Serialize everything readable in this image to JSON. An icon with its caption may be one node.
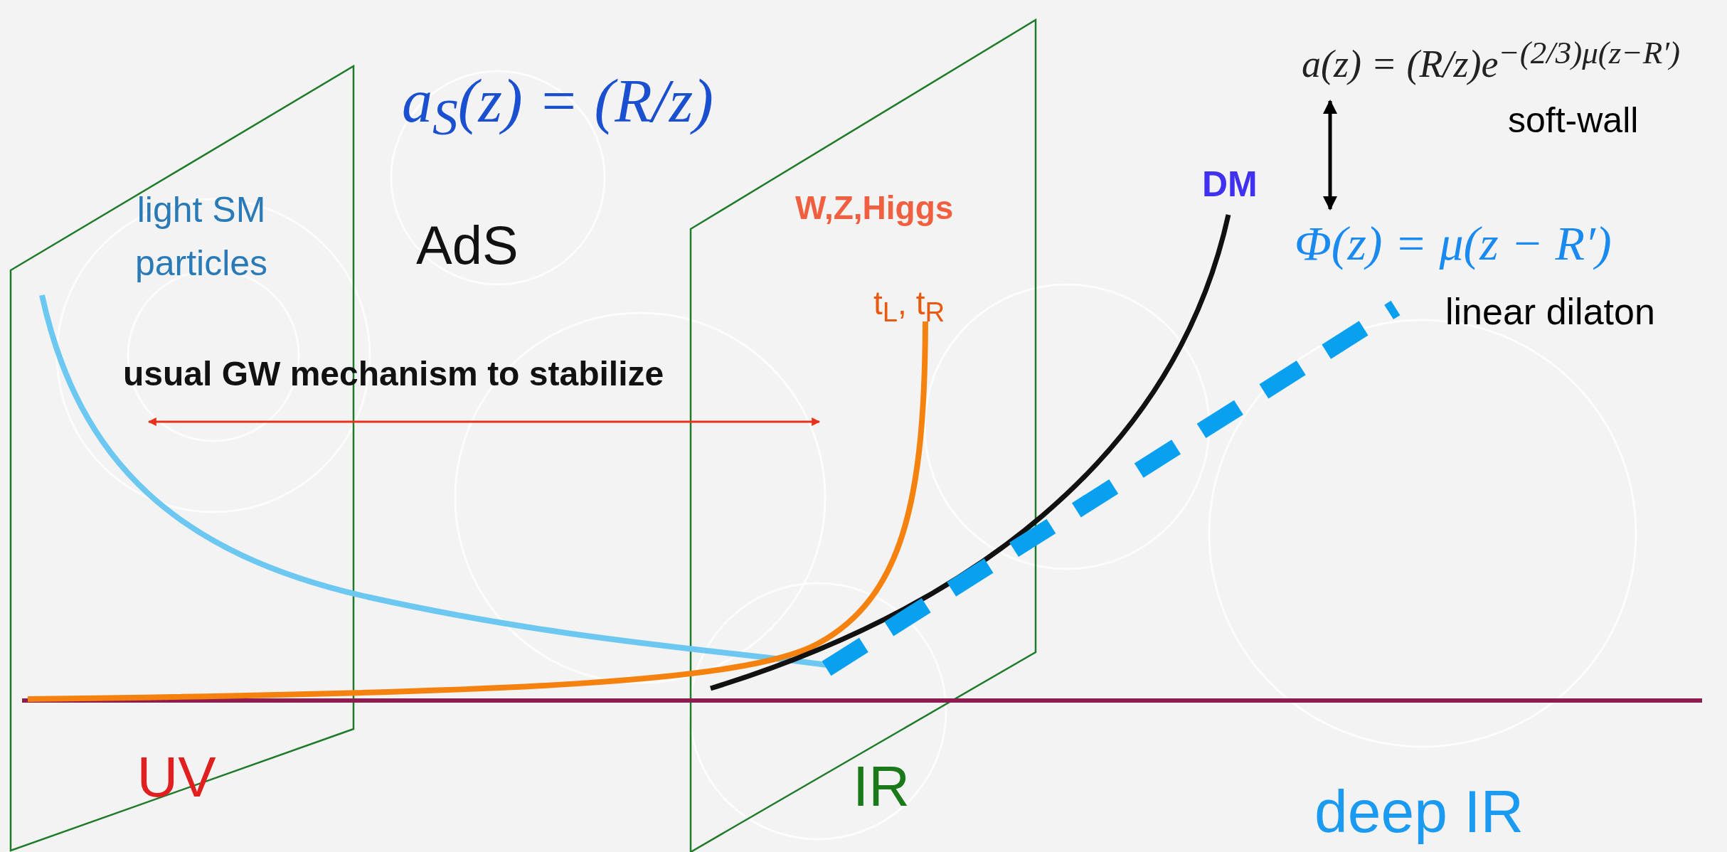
{
  "diagram": {
    "nodes": [
      {
        "text": [
          "UV"
        ]
      },
      {
        "text": [
          "IR"
        ]
      },
      {
        "text": [
          "a(z) = (R/z)e$^{−(2/3)μ(z−R′)}$"
        ],
        "beside": [
          "soft-wall"
        ]
      },
      {
        "text": [
          "Φ(z) = μ(z − R′)"
        ],
        "beside": [
          "linear dilaton"
        ]
      }
    ],
    "edges": [
      {
        "from": 2,
        "to": 3,
        "arrow": "both"
      },
      {
        "from": 0,
        "to": 1,
        "arrow": "both",
        "label": "usual GW mechanism to stabilize",
        "color": "#e8301c"
      }
    ],
    "labels": [
      "a$_{S}$(z) = (R/z)",
      "light SM particles",
      "AdS",
      "W,Z,Higgs",
      "t$_{L}$, t$_{R}$",
      "DM",
      "deep IR"
    ]
  }
}
